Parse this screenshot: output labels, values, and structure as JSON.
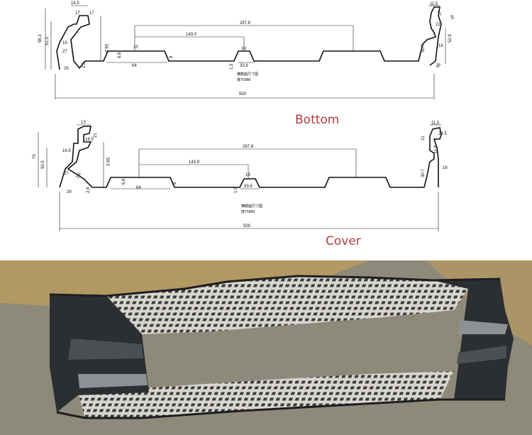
{
  "bottom": {
    "caption": "Bottom",
    "dims": {
      "d14_5": "14.5",
      "d17a": "17",
      "d17b": "17",
      "d56_3": "56.3",
      "d51_3": "51.3",
      "d27": "27",
      "d16": "16",
      "d58_5": "58.5",
      "d26": "26",
      "d2_8": "2.8",
      "d64": "64",
      "d6_8": "6.8",
      "d10": "10",
      "d8": "8",
      "d143": "143.0",
      "d287": "287.8",
      "d19": "19",
      "d33_6": "33.6",
      "d1_5": "1.5",
      "d500": "500",
      "d11_5": "11.5",
      "d17c": "17",
      "d45": "45",
      "d22": "22",
      "d52_8": "52.8",
      "d30_7": "30.7",
      "d18": "18",
      "d98": "98"
    },
    "note1": "横截面尺寸图",
    "note2": "度T5MM"
  },
  "cover": {
    "caption": "Cover",
    "dims": {
      "d13": "13",
      "d18_5": "18.5",
      "d21": "21",
      "d70": "70",
      "d50_5": "50.5",
      "d16_5": "16.5",
      "d27": "27",
      "d1_6": "1.6",
      "d58_5": "58.5",
      "d28": "28",
      "d2_8": "2.8",
      "d64": "64",
      "d6_8": "6.8",
      "d8": "8",
      "d143_9": "143.9",
      "d287_8": "287.8",
      "d19": "19",
      "d33_6": "33.6",
      "d1_5": "1.5",
      "d500": "500",
      "d11_5": "11.5",
      "d24_5": "24.5",
      "d21b": "21",
      "d11_8": "11.8",
      "d30_7": "30.7",
      "d18": "18"
    },
    "note1": "横截面尺寸图",
    "note2": "度T5MM"
  },
  "photo": {
    "colors": {
      "floor": "#8e8a7a",
      "floor_warm": "#b89a5e",
      "metal_dark": "#2c2f31",
      "metal_mid": "#4b4f52",
      "metal_light": "#8d9194"
    }
  }
}
